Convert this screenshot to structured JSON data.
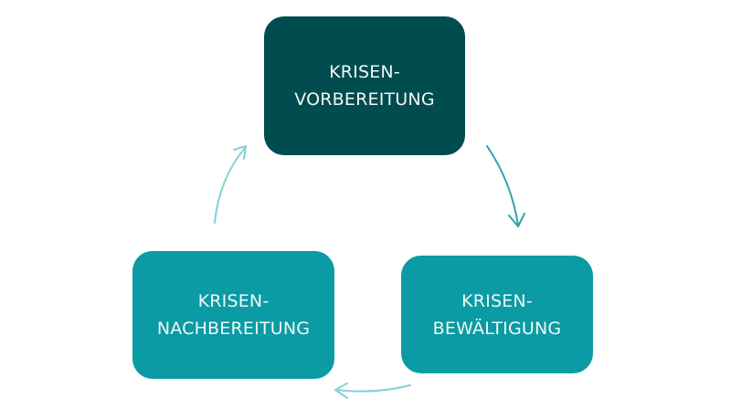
{
  "colors": {
    "dark": "#014c4e",
    "teal": "#0a9ba4",
    "arrow_dark": "#2aa5ab",
    "arrow_light": "#86d0d4"
  },
  "nodes": [
    {
      "line1": "KRISEN-",
      "line2": "VORBEREITUNG"
    },
    {
      "line1": "KRISEN-",
      "line2": "BEWÄLTIGUNG"
    },
    {
      "line1": "KRISEN-",
      "line2": "NACHBEREITUNG"
    }
  ]
}
